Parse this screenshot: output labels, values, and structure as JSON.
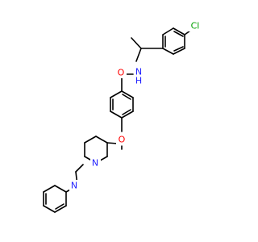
{
  "molecule": {
    "atoms": {
      "cl": {
        "label": "Cl",
        "color": "#00a000"
      },
      "amide_n": {
        "label": "N",
        "color": "#2020ff"
      },
      "amide_h": {
        "label": "H",
        "color": "#2020ff"
      },
      "carbonyl_o": {
        "label": "O",
        "color": "#ff0000"
      },
      "ether_o": {
        "label": "O",
        "color": "#ff0000"
      },
      "piperidine_n": {
        "label": "N",
        "color": "#2020ff"
      },
      "pyridine_n": {
        "label": "N",
        "color": "#2020ff"
      }
    },
    "bond_color": "#000000"
  }
}
